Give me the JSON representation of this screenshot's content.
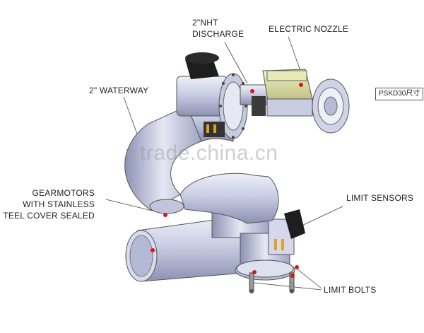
{
  "labels": {
    "nht_discharge_line1": "2\"NHT",
    "nht_discharge_line2": "DISCHARGE",
    "electric_nozzle": "ELECTRIC NOZZLE",
    "waterway": "2\" WATERWAY",
    "gearmotors_line1": "GEARMOTORS",
    "gearmotors_line2": "WITH STAINLESS",
    "gearmotors_line3": "TEEL COVER SEALED",
    "limit_sensors": "LIMIT SENSORS",
    "limit_bolts": "LIMIT BOLTS"
  },
  "side_tag": "PSKD30尺寸",
  "watermark": "trade.china.cn",
  "colors": {
    "pipe": "#c9cde3",
    "pipe_dark": "#8c91b3",
    "nozzle_yellow": "#dcdca0",
    "knob": "#1e1e1e",
    "marker_red": "#d11a1a"
  }
}
